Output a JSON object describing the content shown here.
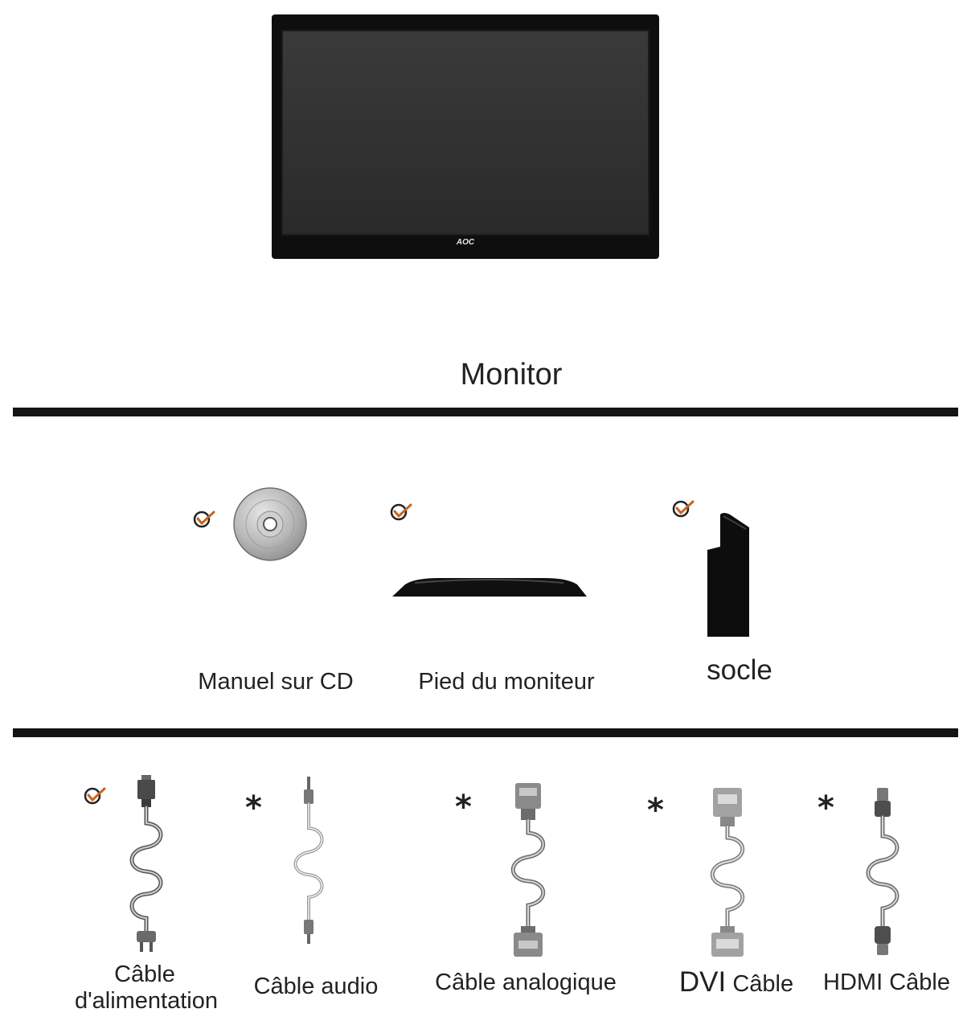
{
  "monitor": {
    "brand": "AOC",
    "label": "Monitor"
  },
  "accessories": {
    "cd": "Manuel sur CD",
    "stand_base": "Pied du moniteur",
    "socle": "socle"
  },
  "cables": {
    "power_line1": "Câble",
    "power_line2": "d'alimentation",
    "audio": "Câble audio",
    "analog": "Câble analogique",
    "dvi_bold": "DVI",
    "dvi_rest": " Câble",
    "hdmi": "HDMI Câble",
    "optional_mark": "*"
  },
  "colors": {
    "check": "#c8641e",
    "line": "#141414"
  }
}
